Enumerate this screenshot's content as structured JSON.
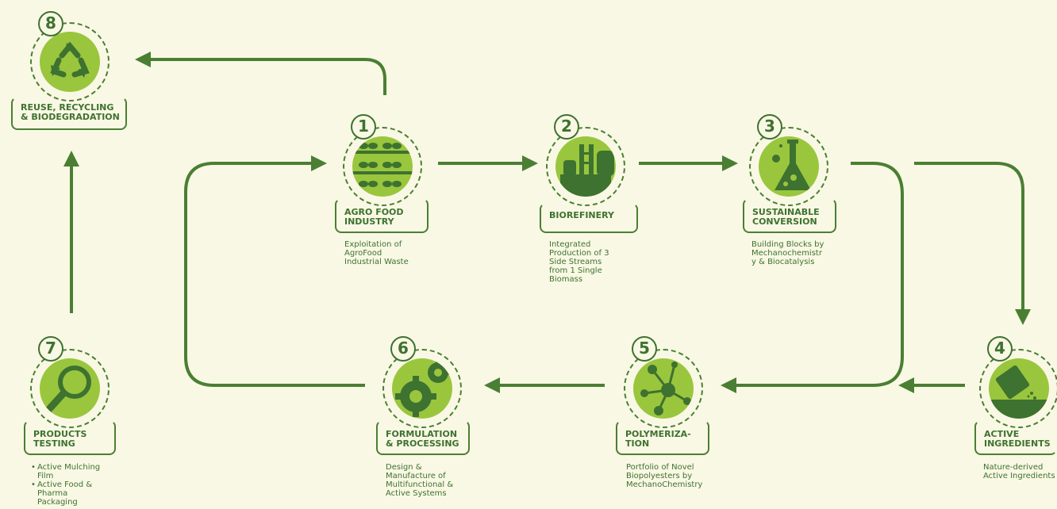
{
  "colors": {
    "background": "#f9f8e4",
    "dark_green": "#3e7230",
    "light_green": "#9ac63d",
    "arrow": "#4a7f33"
  },
  "steps": [
    {
      "number": "1",
      "title": "AGRO FOOD\nINDUSTRY",
      "desc": "Exploitation of\nAgroFood\nIndustrial Waste",
      "icon": "plants-icon"
    },
    {
      "number": "2",
      "title": "BIOREFINERY",
      "desc": "Integrated\nProduction of 3\nSide Streams\nfrom 1 Single\nBiomass",
      "icon": "refinery-icon"
    },
    {
      "number": "3",
      "title": "SUSTAINABLE\nCONVERSION",
      "desc": "Building Blocks by\nMechanochemistr\ny & Biocatalysis",
      "icon": "flask-icon"
    },
    {
      "number": "4",
      "title": "ACTIVE\nINGREDIENTS",
      "desc": "Nature-derived\nActive Ingredients",
      "icon": "powder-icon"
    },
    {
      "number": "5",
      "title": "POLYMERIZA-\nTION",
      "desc": "Portfolio of Novel\nBiopolyesters by\nMechanoChemistry",
      "icon": "molecule-icon"
    },
    {
      "number": "6",
      "title": "FORMULATION\n& PROCESSING",
      "desc": "Design &\nManufacture of\nMultifunctional &\nActive Systems",
      "icon": "gears-icon"
    },
    {
      "number": "7",
      "title": "PRODUCTS\nTESTING",
      "bullets": [
        "Active Mulching\nFilm",
        "Active Food &\nPharma\nPackaging"
      ],
      "icon": "magnifier-icon"
    },
    {
      "number": "8",
      "title": "REUSE, RECYCLING\n& BIODEGRADATION",
      "icon": "recycle-icon"
    }
  ]
}
